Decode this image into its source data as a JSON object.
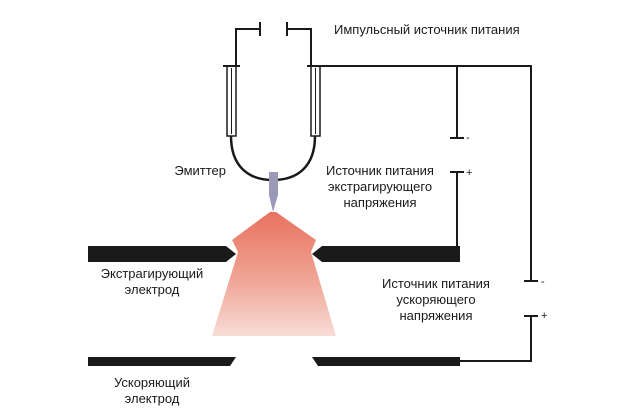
{
  "labels": {
    "pulse_source": "Импульсный источник питания",
    "emitter": "Эмиттер",
    "extract_source": [
      "Источник питания",
      "экстрагирующего",
      "напряжения"
    ],
    "extract_electrode": [
      "Экстрагирующий",
      "электрод"
    ],
    "accel_source": [
      "Источник питания",
      "ускоряющего",
      "напряжения"
    ],
    "accel_electrode": [
      "Ускоряющий",
      "электрод"
    ]
  },
  "polarity": {
    "extract_minus": "-",
    "extract_plus": "+",
    "accel_minus": "-",
    "accel_plus": "+"
  },
  "colors": {
    "wire": "#1a1a1a",
    "electrode": "#1a1a1a",
    "beam_top": "#e8725e",
    "beam_bottom": "#f8dcd6",
    "emitter_tip": "#9a9ab8"
  }
}
